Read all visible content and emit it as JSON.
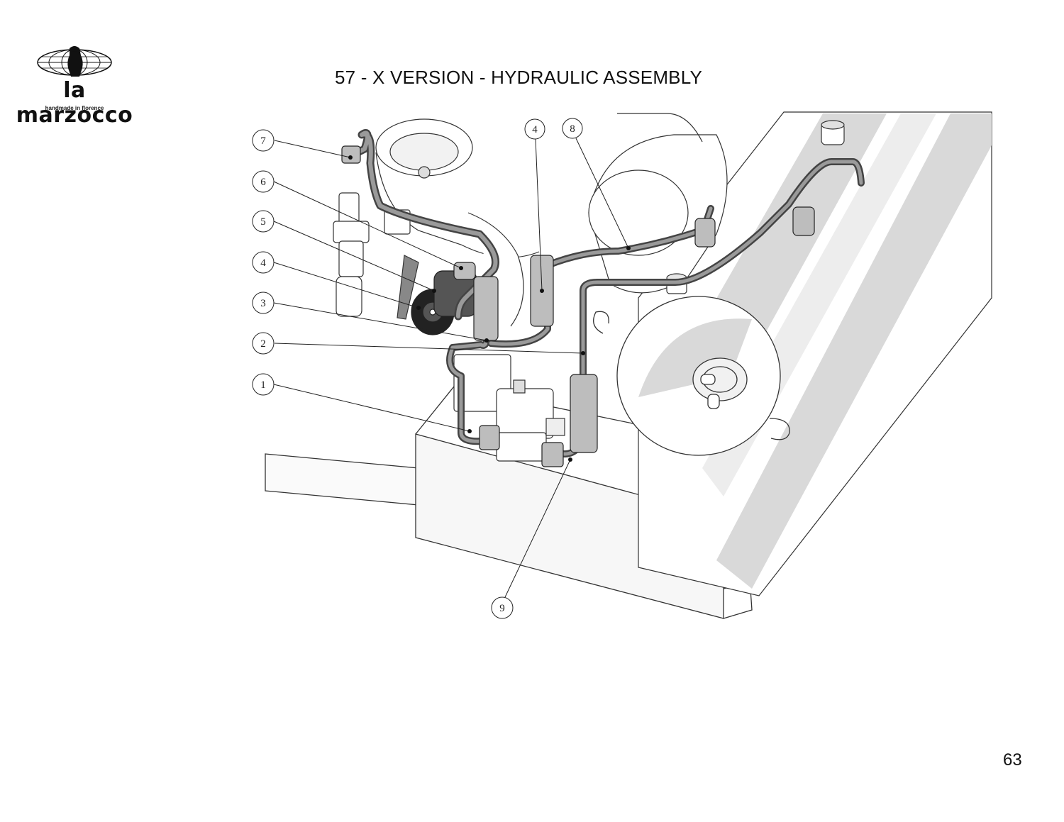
{
  "header": {
    "brand": "la marzocco",
    "tagline": "handmade in florence",
    "title": "57 - X VERSION - HYDRAULIC ASSEMBLY"
  },
  "footer": {
    "page_number": "63"
  },
  "callouts": [
    "7",
    "6",
    "5",
    "4",
    "3",
    "2",
    "1",
    "4",
    "8",
    "9"
  ]
}
